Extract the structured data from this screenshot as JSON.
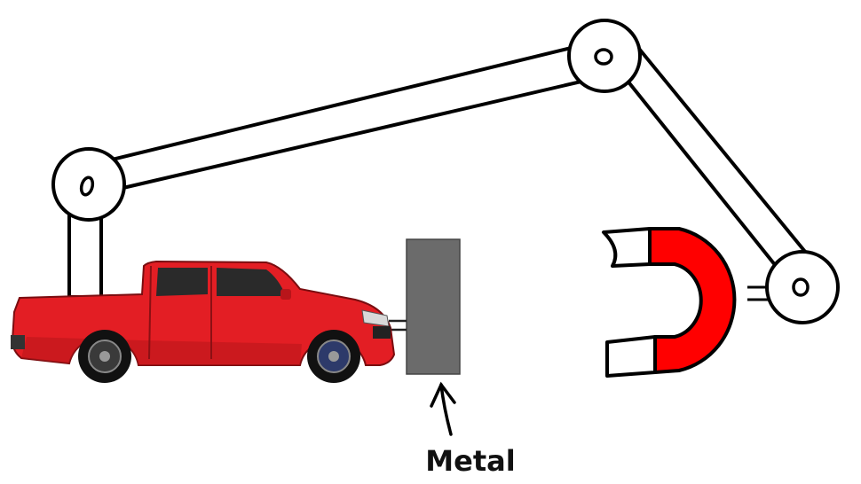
{
  "caption": {
    "metal": "Metal"
  },
  "colors": {
    "truck_body": "#e31e24",
    "magnet_red": "#ff0000",
    "metal_block": "#6b6b6b",
    "outline": "#000000",
    "background": "#ffffff"
  },
  "icons": {
    "truck": "pickup-truck",
    "magnet": "horseshoe-magnet",
    "arrow": "up-arrow"
  }
}
